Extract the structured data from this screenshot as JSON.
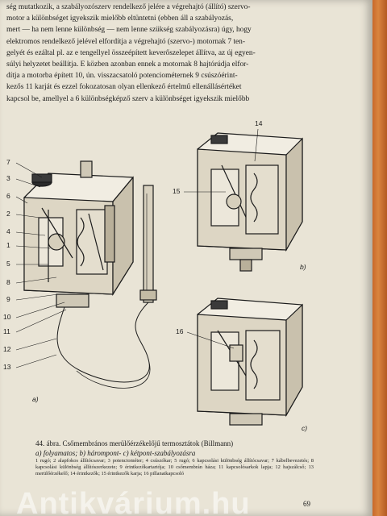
{
  "body_lines": [
    "ség mutatkozik, a szabályozószerv rendelkező jelére a végrehajtó (állító) szervo-",
    "motor a különbséget igyekszik mielőbb eltüntetni (ebben áll a szabályozás,",
    "mert — ha nem lenne különbség — nem lenne szükség szabályozásra) úgy, hogy",
    "elektromos rendelkező jelével elfordítja a végrehajtó (szervo-) motornak 7 ten-",
    "gelyét és ezáltal pl. az e tengellyel összeépített keverőszelepet állítva, az új egyen-",
    "súlyi helyzetet beállítja. E közben azonban ennek a motornak 8 hajtórúdja elfor-",
    "dítja a motorba épített 10, ún. visszacsatoló potenciométernek 9 csúszóérint-",
    "kezős 11 karját és ezzel fokozatosan olyan ellenkező értelmű ellenállásértéket",
    "kapcsol be, amellyel a 6 különbségképző szerv a különbséget igyekszik mielőbb"
  ],
  "figure": {
    "left_labels": [
      "7",
      "3",
      "6",
      "2",
      "4",
      "1",
      "5",
      "8",
      "9",
      "10",
      "11",
      "12",
      "13"
    ],
    "right_top_labels": [
      "14",
      "15"
    ],
    "right_bottom_labels": [
      "16"
    ],
    "panel_a": "a)",
    "panel_b": "b)",
    "panel_c": "c)"
  },
  "caption": {
    "title": "44. ábra. Csőmembrános merülőérzékelőjű termosztátok (Billmann)",
    "sub": "a) folyamatos; b) hárompont- c) kétpont-szabályozásra"
  },
  "legend": "1 rugó; 2 alapfokos állítócsavar; 3 potenciométer; 4 csúszókar; 5 rugó; 6 kapcsolási különbség állítócsavar; 7 kábelbevezetés; 8 kapcsolási különbség állítószerkezete; 9 érintkezőkartartója; 10 csőmembrán háza; 11 kapcsolósarkok lapja; 12 hajszálcső; 13 merülőérzékelő; 14 érintkezők; 15 érintkezők karja; 16 pillanatkapcsoló",
  "page_number": "69",
  "watermark": "Antikvárium.hu",
  "colors": {
    "paper": "#e9e4d6",
    "ink": "#1b1b1b",
    "book_edge": "#c8692b"
  }
}
